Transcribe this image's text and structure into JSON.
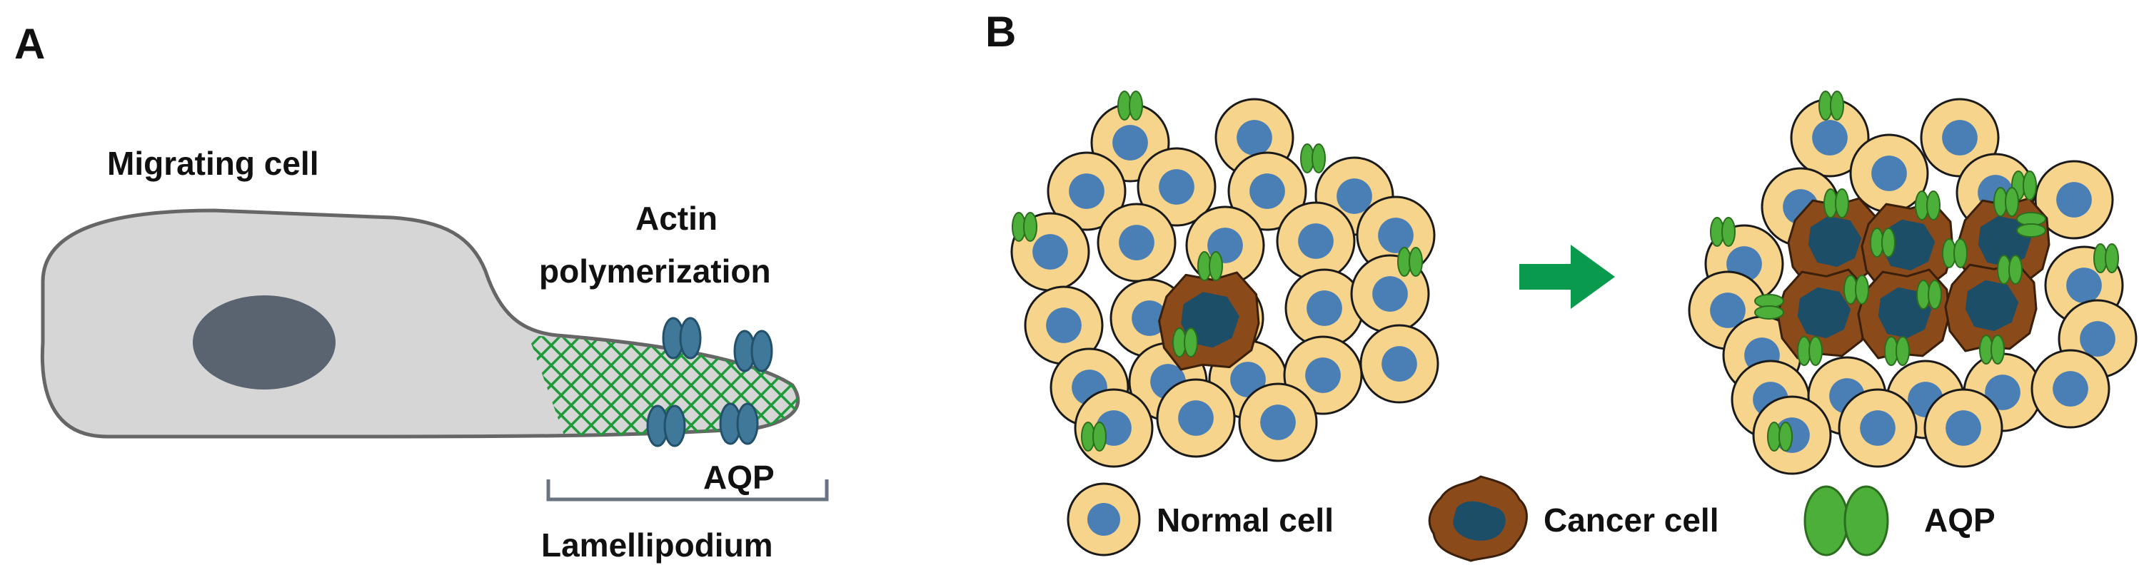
{
  "panel_a": {
    "letter": "A",
    "title": "Migrating cell",
    "actin_line1": "Actin",
    "actin_line2": "polymerization",
    "aqp_label": "AQP",
    "lamellipodium_label": "Lamellipodium"
  },
  "panel_b": {
    "letter": "B",
    "legend": {
      "normal": "Normal cell",
      "cancer": "Cancer cell",
      "aqp": "AQP"
    }
  },
  "colors": {
    "cell_body": "#d6d6d6",
    "cell_outline": "#666666",
    "nucleus_a": "#5a6470",
    "actin_mesh": "#1f9a3a",
    "aqp_a": "#3f7898",
    "normal_cell": "#f7d48c",
    "normal_nucleus": "#4a7fb5",
    "cancer_cell": "#8b4a1a",
    "cancer_nucleus": "#1d4e68",
    "aqp_b": "#4caf3a",
    "arrow": "#0a9a4e"
  }
}
